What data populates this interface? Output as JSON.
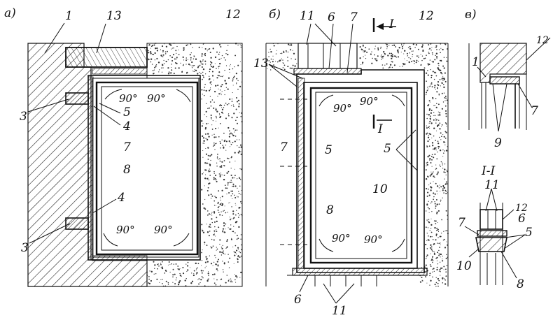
{
  "panels": {
    "a": "а)",
    "b": "б)",
    "c": "в)"
  },
  "angle_label": "90°",
  "section_mark": "I",
  "section_title": "I-I",
  "callouts": {
    "a": {
      "n1": "1",
      "n13": "13",
      "n12": "12",
      "n3_top": "3",
      "n5": "5",
      "n4_top": "4",
      "n7": "7",
      "n8": "8",
      "n4_bottom": "4",
      "n3_bottom": "3"
    },
    "b": {
      "n11_top": "11",
      "n6_top": "6",
      "n7_top": "7",
      "n12": "12",
      "n13": "13",
      "n7_left": "7",
      "n5_left": "5",
      "n8": "8",
      "n5_right": "5",
      "n10": "10",
      "n6_bottom": "6",
      "n11_bottom": "11"
    },
    "c": {
      "n1": "1",
      "n12_top": "12",
      "n7_top": "7",
      "n9": "9",
      "n11": "11",
      "n12_sec": "12",
      "n6": "6",
      "n7_sec": "7",
      "n5": "5",
      "n10": "10",
      "n8": "8"
    }
  },
  "colors": {
    "ink": "#111111",
    "paper": "#ffffff",
    "hatch": "#111111",
    "stipple": "#333333"
  }
}
